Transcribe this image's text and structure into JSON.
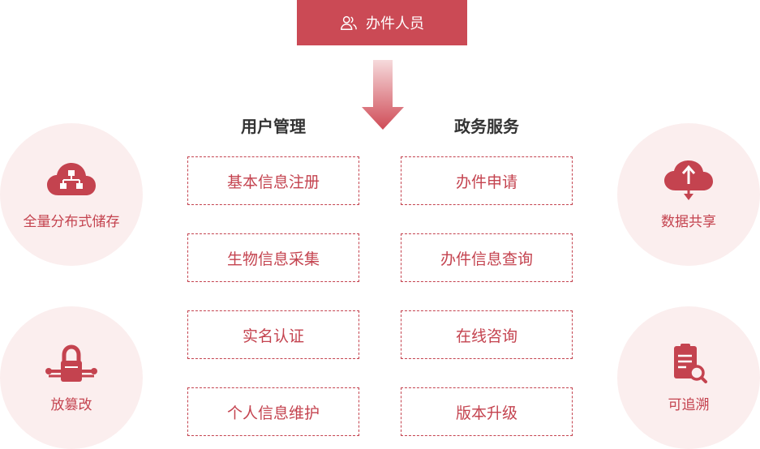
{
  "header": {
    "title": "办件人员",
    "icon": "users-icon"
  },
  "columns": {
    "left": {
      "title": "用户管理",
      "items": [
        "基本信息注册",
        "生物信息采集",
        "实名认证",
        "个人信息维护"
      ]
    },
    "right": {
      "title": "政务服务",
      "items": [
        "办件申请",
        "办件信息查询",
        "在线咨询",
        "版本升级"
      ]
    }
  },
  "features": [
    {
      "label": "全量分布式储存",
      "icon": "cloud-network-icon"
    },
    {
      "label": "放篡改",
      "icon": "lock-network-icon"
    },
    {
      "label": "数据共享",
      "icon": "cloud-sync-icon"
    },
    {
      "label": "可追溯",
      "icon": "clipboard-search-icon"
    }
  ],
  "colors": {
    "accent": "#c4434f",
    "header_bg": "#cb4a55",
    "circle_bg": "#fbeeee"
  }
}
